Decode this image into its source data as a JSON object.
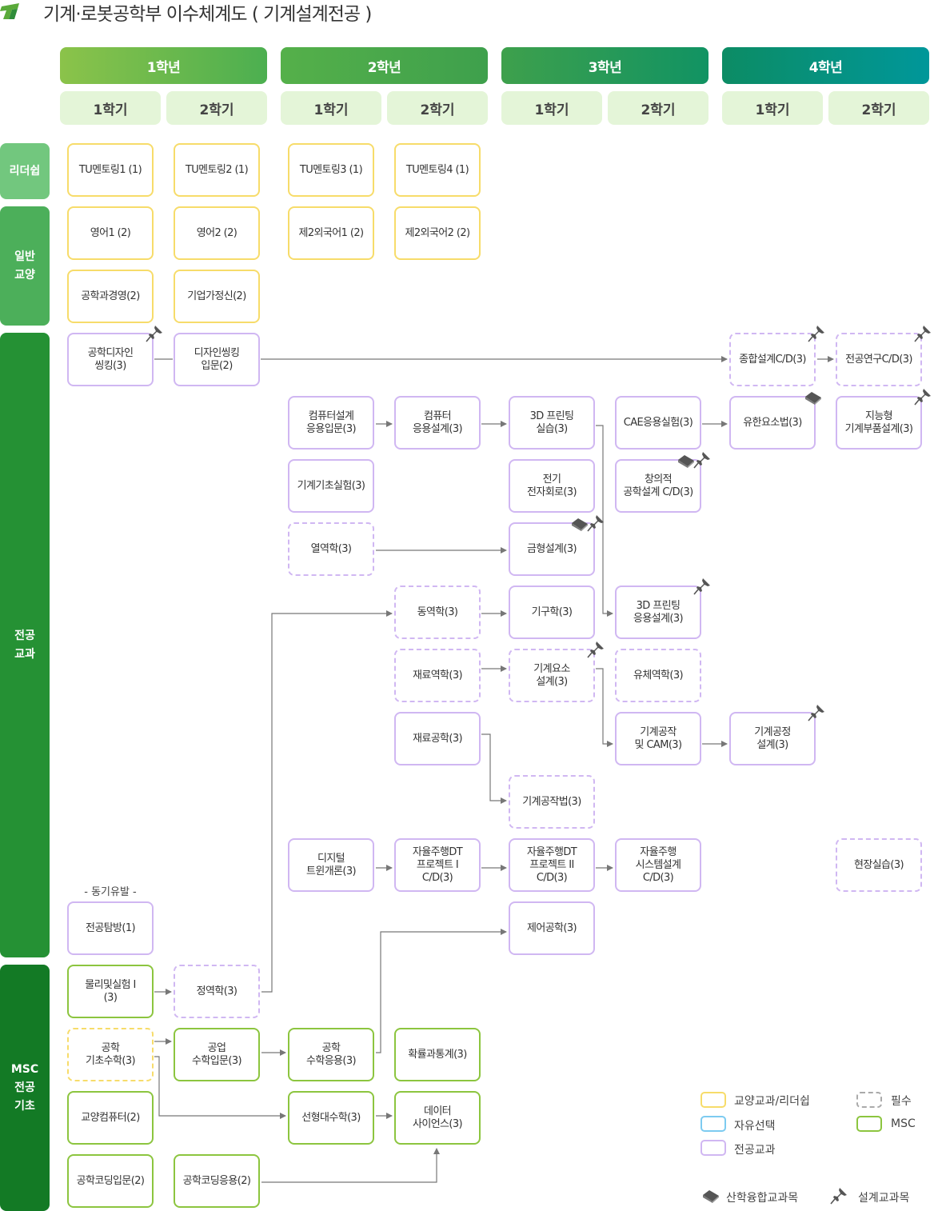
{
  "title": "기계·로봇공학부 이수체계도 ( 기계설계전공 )",
  "logo_icon": "tu-logo-icon",
  "colors": {
    "elective_general": "#f7dc6a",
    "free_elective": "#7dcbf0",
    "major": "#d0b7f2",
    "msc": "#8cc53f",
    "required_dash": "#aaaaaa",
    "arrow": "#777777"
  },
  "years": [
    {
      "label": "1학년",
      "semesters": [
        "1학기",
        "2학기"
      ]
    },
    {
      "label": "2학년",
      "semesters": [
        "1학기",
        "2학기"
      ]
    },
    {
      "label": "3학년",
      "semesters": [
        "1학기",
        "2학기"
      ]
    },
    {
      "label": "4학년",
      "semesters": [
        "1학기",
        "2학기"
      ]
    }
  ],
  "categories": [
    {
      "label": "리더쉽"
    },
    {
      "label": "일반\n교양"
    },
    {
      "label": "전공\n교과"
    },
    {
      "label": "MSC\n전공\n기초"
    }
  ],
  "motivation_note": "- 동기유발 -",
  "courses": [
    {
      "id": "tu1",
      "name": "TU멘토링1 (1)",
      "year": 1,
      "semester": 1,
      "type": "general"
    },
    {
      "id": "tu2",
      "name": "TU멘토링2 (1)",
      "year": 1,
      "semester": 2,
      "type": "general"
    },
    {
      "id": "tu3",
      "name": "TU멘토링3 (1)",
      "year": 2,
      "semester": 1,
      "type": "general"
    },
    {
      "id": "tu4",
      "name": "TU멘토링4 (1)",
      "year": 2,
      "semester": 2,
      "type": "general"
    },
    {
      "id": "eng1",
      "name": "영어1 (2)",
      "year": 1,
      "semester": 1,
      "type": "general"
    },
    {
      "id": "eng2",
      "name": "영어2 (2)",
      "year": 1,
      "semester": 2,
      "type": "general"
    },
    {
      "id": "fl1",
      "name": "제2외국어1 (2)",
      "year": 2,
      "semester": 1,
      "type": "general"
    },
    {
      "id": "fl2",
      "name": "제2외국어2 (2)",
      "year": 2,
      "semester": 2,
      "type": "general"
    },
    {
      "id": "engmgmt",
      "name": "공학과경영(2)",
      "year": 1,
      "semester": 1,
      "type": "general"
    },
    {
      "id": "entre",
      "name": "기업가정신(2)",
      "year": 1,
      "semester": 2,
      "type": "general"
    },
    {
      "id": "edt",
      "name": "공학디자인\n씽킹(3)",
      "year": 1,
      "semester": 1,
      "type": "major",
      "design": true
    },
    {
      "id": "dti",
      "name": "디자인씽킹\n입문(2)",
      "year": 1,
      "semester": 2,
      "type": "major"
    },
    {
      "id": "capstone",
      "name": "종합설계C/D(3)",
      "year": 4,
      "semester": 1,
      "type": "major",
      "required": true,
      "design": true
    },
    {
      "id": "research",
      "name": "전공연구C/D(3)",
      "year": 4,
      "semester": 2,
      "type": "major",
      "required": true,
      "design": true
    },
    {
      "id": "cadintro",
      "name": "컴퓨터설계\n응용입문(3)",
      "year": 2,
      "semester": 1,
      "type": "major"
    },
    {
      "id": "cadapp",
      "name": "컴퓨터\n응용설계(3)",
      "year": 2,
      "semester": 2,
      "type": "major"
    },
    {
      "id": "print3d",
      "name": "3D 프린팅\n실습(3)",
      "year": 3,
      "semester": 1,
      "type": "major"
    },
    {
      "id": "caelab",
      "name": "CAE응용실험(3)",
      "year": 3,
      "semester": 2,
      "type": "major"
    },
    {
      "id": "fem",
      "name": "유한요소법(3)",
      "year": 4,
      "semester": 1,
      "type": "major",
      "industry": true
    },
    {
      "id": "smartpart",
      "name": "지능형\n기계부품설계(3)",
      "year": 4,
      "semester": 2,
      "type": "major",
      "design": true
    },
    {
      "id": "mechlab",
      "name": "기계기초실험(3)",
      "year": 2,
      "semester": 1,
      "type": "major"
    },
    {
      "id": "circuit",
      "name": "전기\n전자회로(3)",
      "year": 3,
      "semester": 1,
      "type": "major"
    },
    {
      "id": "creative",
      "name": "창의적\n공학설계 C/D(3)",
      "year": 3,
      "semester": 2,
      "type": "major",
      "industry": true,
      "design": true
    },
    {
      "id": "thermo",
      "name": "열역학(3)",
      "year": 2,
      "semester": 1,
      "type": "major",
      "required": true
    },
    {
      "id": "mold",
      "name": "금형설계(3)",
      "year": 3,
      "semester": 1,
      "type": "major",
      "industry": true,
      "design": true
    },
    {
      "id": "dynamics",
      "name": "동역학(3)",
      "year": 2,
      "semester": 2,
      "type": "major",
      "required": true
    },
    {
      "id": "mechanism",
      "name": "기구학(3)",
      "year": 3,
      "semester": 1,
      "type": "major"
    },
    {
      "id": "print3ddesign",
      "name": "3D 프린팅\n응용설계(3)",
      "year": 3,
      "semester": 2,
      "type": "major",
      "design": true
    },
    {
      "id": "solidmech",
      "name": "재료역학(3)",
      "year": 2,
      "semester": 2,
      "type": "major",
      "required": true
    },
    {
      "id": "machelem",
      "name": "기계요소\n설계(3)",
      "year": 3,
      "semester": 1,
      "type": "major",
      "required": true,
      "design": true
    },
    {
      "id": "fluid",
      "name": "유체역학(3)",
      "year": 3,
      "semester": 2,
      "type": "major",
      "required": true
    },
    {
      "id": "materials",
      "name": "재료공학(3)",
      "year": 2,
      "semester": 2,
      "type": "major"
    },
    {
      "id": "machcam",
      "name": "기계공작\n및 CAM(3)",
      "year": 3,
      "semester": 2,
      "type": "major"
    },
    {
      "id": "procdesign",
      "name": "기계공정\n설계(3)",
      "year": 4,
      "semester": 1,
      "type": "major",
      "design": true
    },
    {
      "id": "manufmeth",
      "name": "기계공작법(3)",
      "year": 3,
      "semester": 1,
      "type": "major",
      "required": true
    },
    {
      "id": "digitaltwin",
      "name": "디지털\n트윈개론(3)",
      "year": 2,
      "semester": 1,
      "type": "major"
    },
    {
      "id": "adp1",
      "name": "자율주행DT\n프로젝트 I\nC/D(3)",
      "year": 2,
      "semester": 2,
      "type": "major"
    },
    {
      "id": "adp2",
      "name": "자율주행DT\n프로젝트 II\nC/D(3)",
      "year": 3,
      "semester": 1,
      "type": "major"
    },
    {
      "id": "adsys",
      "name": "자율주행\n시스템설계\nC/D(3)",
      "year": 3,
      "semester": 2,
      "type": "major"
    },
    {
      "id": "fieldwork",
      "name": "현장실습(3)",
      "year": 4,
      "semester": 2,
      "type": "major",
      "required": true
    },
    {
      "id": "explore",
      "name": "전공탐방(1)",
      "year": 1,
      "semester": 1,
      "type": "major"
    },
    {
      "id": "control",
      "name": "제어공학(3)",
      "year": 3,
      "semester": 1,
      "type": "major"
    },
    {
      "id": "physics",
      "name": "물리및실험 I\n(3)",
      "year": 1,
      "semester": 1,
      "type": "msc"
    },
    {
      "id": "statics",
      "name": "정역학(3)",
      "year": 1,
      "semester": 2,
      "type": "major",
      "required": true
    },
    {
      "id": "basicmath",
      "name": "공학\n기초수학(3)",
      "year": 1,
      "semester": 1,
      "type": "general",
      "required": true
    },
    {
      "id": "indmath",
      "name": "공업\n수학입문(3)",
      "year": 1,
      "semester": 2,
      "type": "msc"
    },
    {
      "id": "engmath",
      "name": "공학\n수학응용(3)",
      "year": 2,
      "semester": 1,
      "type": "msc"
    },
    {
      "id": "probstat",
      "name": "확률과통계(3)",
      "year": 2,
      "semester": 2,
      "type": "msc"
    },
    {
      "id": "libcomp",
      "name": "교양컴퓨터(2)",
      "year": 1,
      "semester": 1,
      "type": "msc"
    },
    {
      "id": "linalg",
      "name": "선형대수학(3)",
      "year": 2,
      "semester": 1,
      "type": "msc"
    },
    {
      "id": "datasci",
      "name": "데이터\n사이언스(3)",
      "year": 2,
      "semester": 2,
      "type": "msc"
    },
    {
      "id": "codeintro",
      "name": "공학코딩입문(2)",
      "year": 1,
      "semester": 1,
      "type": "msc"
    },
    {
      "id": "codeapp",
      "name": "공학코딩응용(2)",
      "year": 1,
      "semester": 2,
      "type": "msc"
    }
  ],
  "prerequisites": [
    [
      "edt",
      "dti"
    ],
    [
      "dti",
      "capstone"
    ],
    [
      "capstone",
      "research"
    ],
    [
      "cadintro",
      "cadapp"
    ],
    [
      "cadapp",
      "print3d"
    ],
    [
      "caelab",
      "fem"
    ],
    [
      "print3d",
      "print3ddesign"
    ],
    [
      "thermo",
      "mold"
    ],
    [
      "statics",
      "dynamics"
    ],
    [
      "dynamics",
      "mechanism"
    ],
    [
      "solidmech",
      "machelem"
    ],
    [
      "machelem",
      "machcam"
    ],
    [
      "machcam",
      "procdesign"
    ],
    [
      "materials",
      "manufmeth"
    ],
    [
      "digitaltwin",
      "adp1"
    ],
    [
      "adp1",
      "adp2"
    ],
    [
      "adp2",
      "adsys"
    ],
    [
      "engmath",
      "control"
    ],
    [
      "physics",
      "statics"
    ],
    [
      "basicmath",
      "indmath"
    ],
    [
      "basicmath",
      "linalg"
    ],
    [
      "indmath",
      "engmath"
    ],
    [
      "linalg",
      "datasci"
    ],
    [
      "codeapp",
      "datasci"
    ]
  ],
  "legend": {
    "general": "교양교과/리더쉽",
    "free": "자유선택",
    "major": "전공교과",
    "required": "필수",
    "msc": "MSC",
    "industry": "산학융합교과목",
    "design": "설계교과목"
  }
}
